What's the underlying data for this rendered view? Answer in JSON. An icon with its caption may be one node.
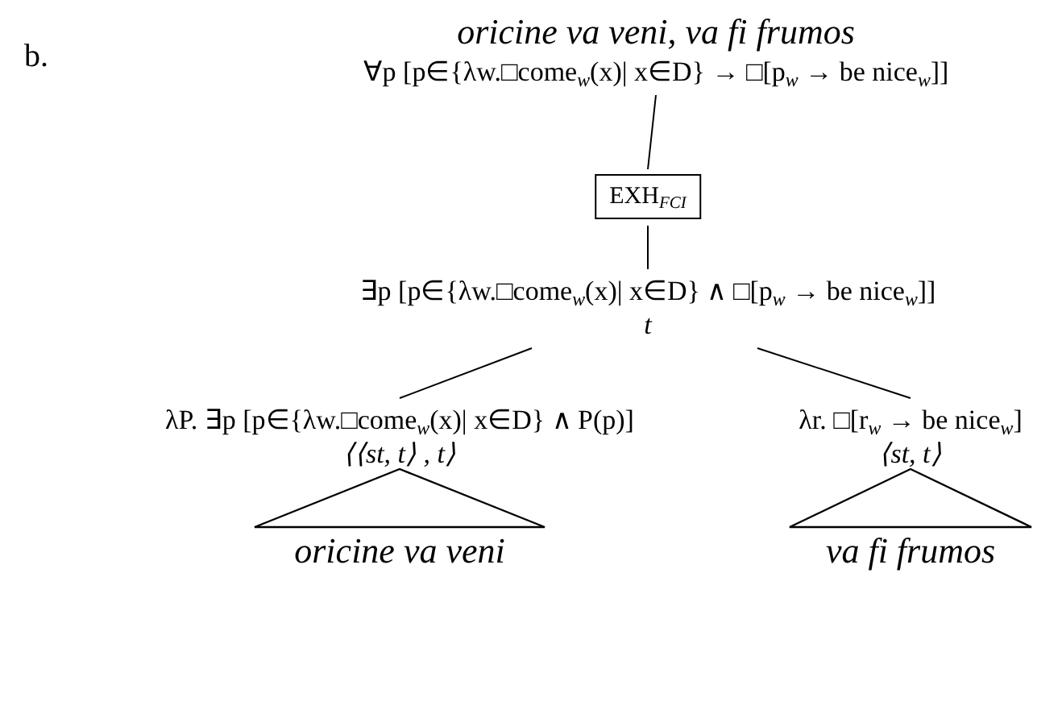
{
  "diagram": {
    "nodes": [
      {
        "text": [
          "oricine va veni, va fi frumos",
          "∀p [p∈{λw.□come$_{w}$(x)| x∈D} → □[p$_{w}$ → be nice$_{w}$]]"
        ]
      },
      {
        "text": [
          "EXH$_{FCI}$"
        ]
      },
      {
        "text": [
          "∃p [p∈{λw.□come$_{w}$(x)| x∈D} ∧ □[p$_{w}$ → be nice$_{w}$]]",
          "t"
        ]
      },
      {
        "text": [
          "λP. ∃p [p∈{λw.□come$_{w}$(x)| x∈D} ∧ P(p)]",
          "⟨⟨st, t⟩ , t⟩"
        ]
      },
      {
        "text": [
          "λr. □[r$_{w}$ → be nice$_{w}$]",
          "⟨st, t⟩"
        ]
      },
      {
        "text": [
          "oricine va veni"
        ]
      },
      {
        "text": [
          "va fi frumos"
        ]
      }
    ],
    "edges": [
      {
        "from": 0,
        "to": 1,
        "arrow": "none"
      },
      {
        "from": 1,
        "to": 2,
        "arrow": "none"
      },
      {
        "from": 2,
        "to": 3,
        "arrow": "none"
      },
      {
        "from": 2,
        "to": 4,
        "arrow": "none"
      }
    ],
    "labels": [
      "b."
    ]
  }
}
